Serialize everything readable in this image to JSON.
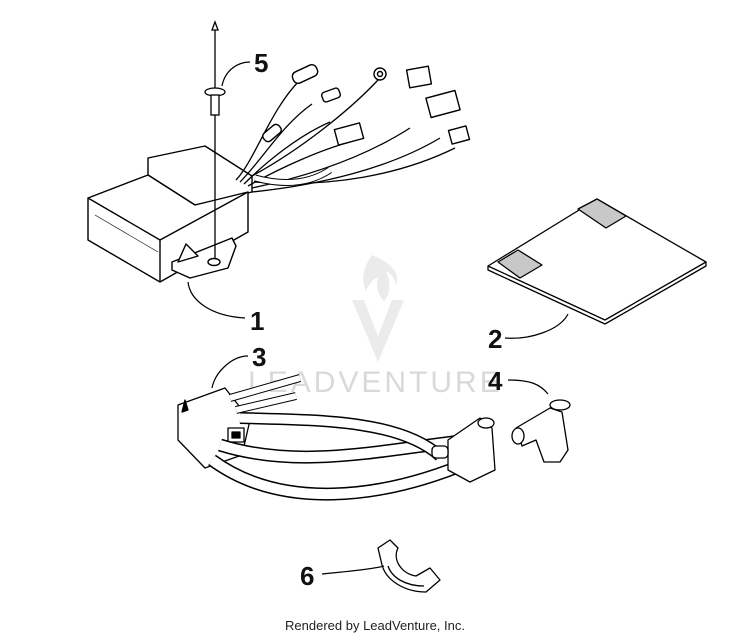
{
  "callouts": [
    {
      "id": "1",
      "label": "1"
    },
    {
      "id": "2",
      "label": "2"
    },
    {
      "id": "3",
      "label": "3"
    },
    {
      "id": "4",
      "label": "4"
    },
    {
      "id": "5",
      "label": "5"
    },
    {
      "id": "6",
      "label": "6"
    }
  ],
  "watermark": {
    "text": "LEADVENTURE"
  },
  "footer": {
    "text": "Rendered by LeadVenture, Inc."
  },
  "colors": {
    "line": "#000000",
    "watermark": "#d9d9d9",
    "shade": "#c8c8c8"
  }
}
